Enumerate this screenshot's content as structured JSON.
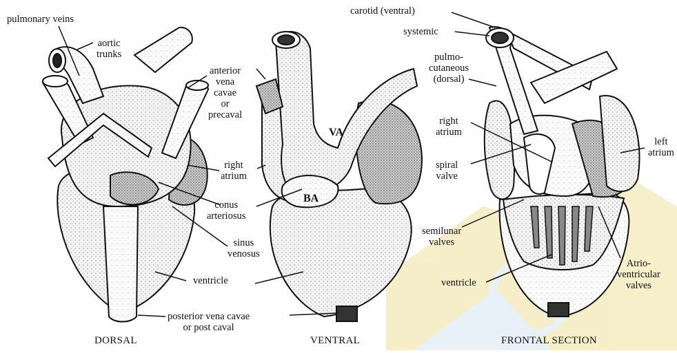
{
  "title": "",
  "labels": {
    "pulmonary_veins": "pulmonary veins",
    "aortic_trunks": "aortic\ntrunks",
    "anterior_vena_cavae": "anterior\nvena\ncavae\nor\nprecaval",
    "right_atrium_mid": "right\natrium",
    "conus_arteriosus": "conus\narteriosus",
    "sinus_venosus": "sinus\nvenosus",
    "ventricle_mid": "ventricle",
    "posterior_vena_cavae": "posterior vena cavae\nor post caval",
    "va": "VA",
    "ba": "BA",
    "carotid": "carotid (ventral)",
    "systemic": "systemic",
    "pulmocutaneous": "pulmo-\ncutaneous\n(dorsal)",
    "right_atrium_right": "right\natrium",
    "spiral_valve": "spiral\nvalve",
    "semilunar_valves": "semilunar\nvalves",
    "ventricle_right": "ventricle",
    "left_atrium": "left\natrium",
    "atrioventricular_valves": "Atrio-\nventricular\nvalves"
  },
  "captions": {
    "dorsal": "DORSAL",
    "ventral": "VENTRAL",
    "frontal": "FRONTAL SECTION"
  },
  "colors": {
    "ink": "#111111",
    "watermark": "#f3e7b8",
    "watermark_blue": "#e4eef7"
  }
}
